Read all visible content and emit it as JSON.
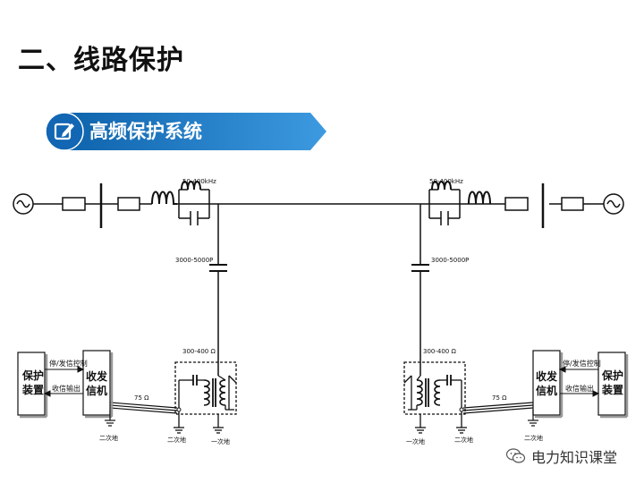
{
  "title": "二、线路保护",
  "section_title": "高频保护系统",
  "labels": {
    "trap_freq": "50-400kHz",
    "coupling_cap": "3000-5000P",
    "impedance": "300-400 Ω",
    "cable_impedance": "75 Ω",
    "stop_send_control": "停/发信控制",
    "receive_output": "收信输出",
    "protection_device_line1": "保护",
    "protection_device_line2": "装置",
    "transceiver_line1": "收发",
    "transceiver_line2": "信机",
    "secondary_ground": "二次地",
    "primary_ground": "一次地"
  },
  "watermark": "电力知识课堂"
}
